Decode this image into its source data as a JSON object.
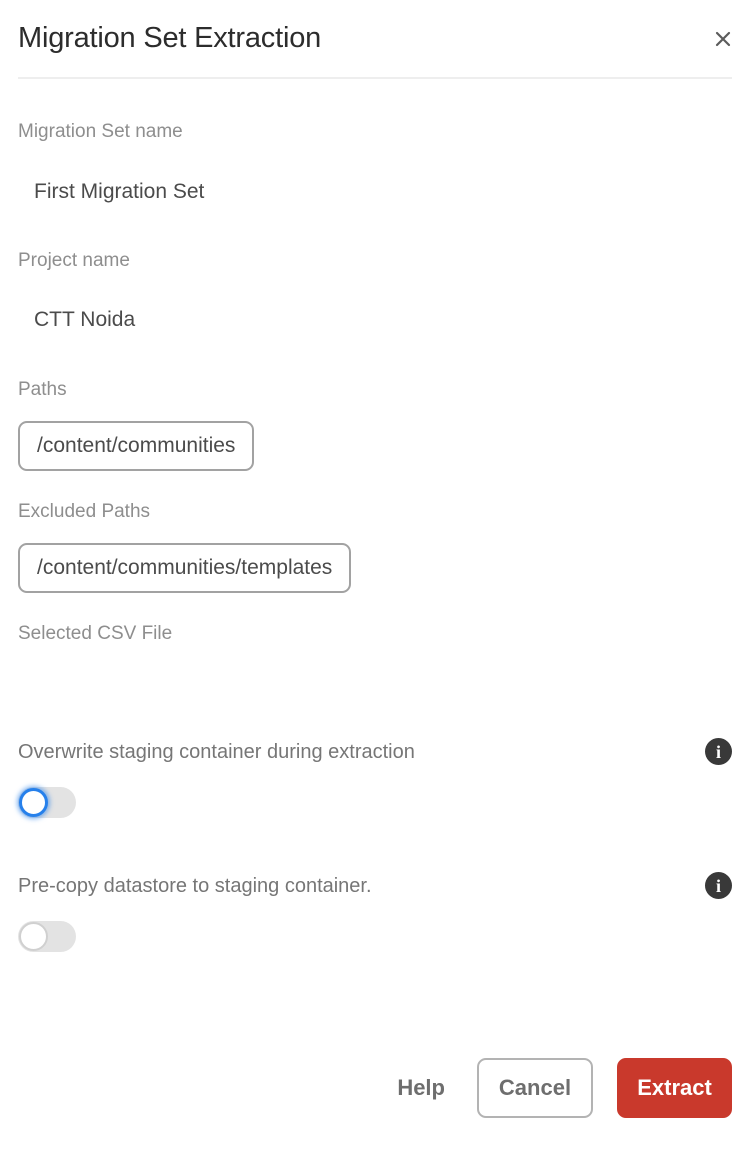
{
  "dialog": {
    "title": "Migration Set Extraction",
    "close_icon": "close-icon"
  },
  "fields": {
    "migration_set": {
      "label": "Migration Set name",
      "value": "First Migration Set"
    },
    "project": {
      "label": "Project name",
      "value": "CTT Noida"
    },
    "paths": {
      "label": "Paths",
      "values": [
        "/content/communities"
      ]
    },
    "excluded_paths": {
      "label": "Excluded Paths",
      "values": [
        "/content/communities/templates"
      ]
    },
    "selected_csv": {
      "label": "Selected CSV File",
      "value": ""
    }
  },
  "toggles": [
    {
      "label": "Overwrite staging container during extraction",
      "state": "off",
      "focused": true,
      "info_icon": "info-icon"
    },
    {
      "label": "Pre-copy datastore to staging container.",
      "state": "off",
      "focused": false,
      "info_icon": "info-icon"
    }
  ],
  "footer": {
    "help_label": "Help",
    "cancel_label": "Cancel",
    "extract_label": "Extract"
  },
  "colors": {
    "accent_red": "#c9392c",
    "focus_blue": "#2680eb",
    "label_gray": "#8e8e8e",
    "value_gray": "#4b4b4b",
    "info_dark": "#393939"
  }
}
